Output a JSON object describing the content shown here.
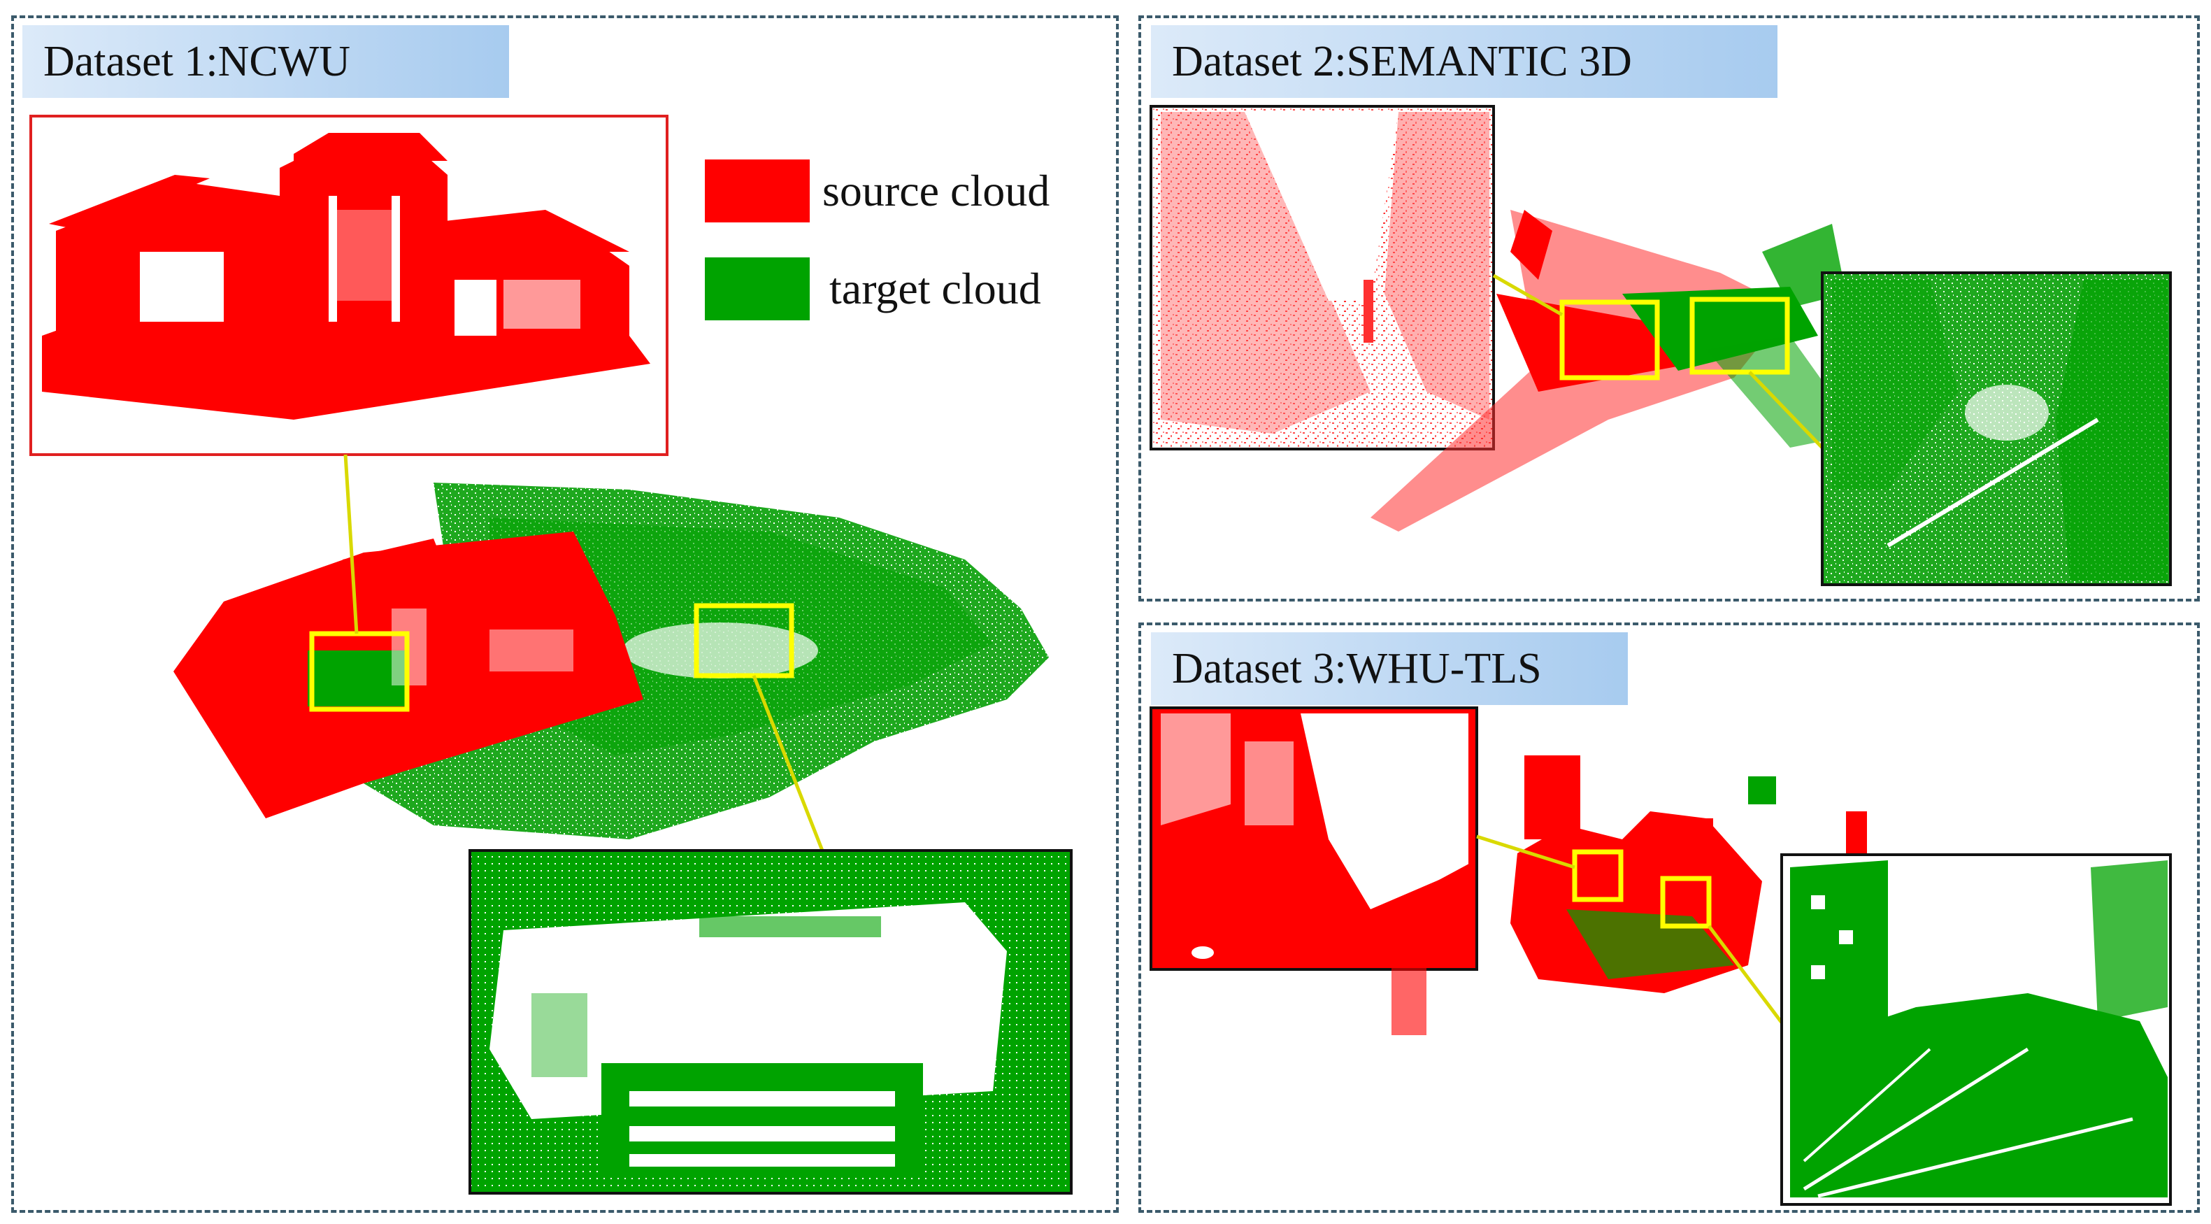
{
  "panels": {
    "p1": {
      "title": "Dataset 1:NCWU"
    },
    "p2": {
      "title": "Dataset 2:SEMANTIC 3D"
    },
    "p3": {
      "title": "Dataset 3:WHU-TLS"
    }
  },
  "legend": {
    "source": {
      "label": "source cloud",
      "color": "#ff0000"
    },
    "target": {
      "label": "target cloud",
      "color": "#00a300"
    }
  },
  "colors": {
    "highlight": "#ffff00",
    "connector": "#d9d900",
    "frame": "#111111",
    "border": "#3b5a6b"
  }
}
